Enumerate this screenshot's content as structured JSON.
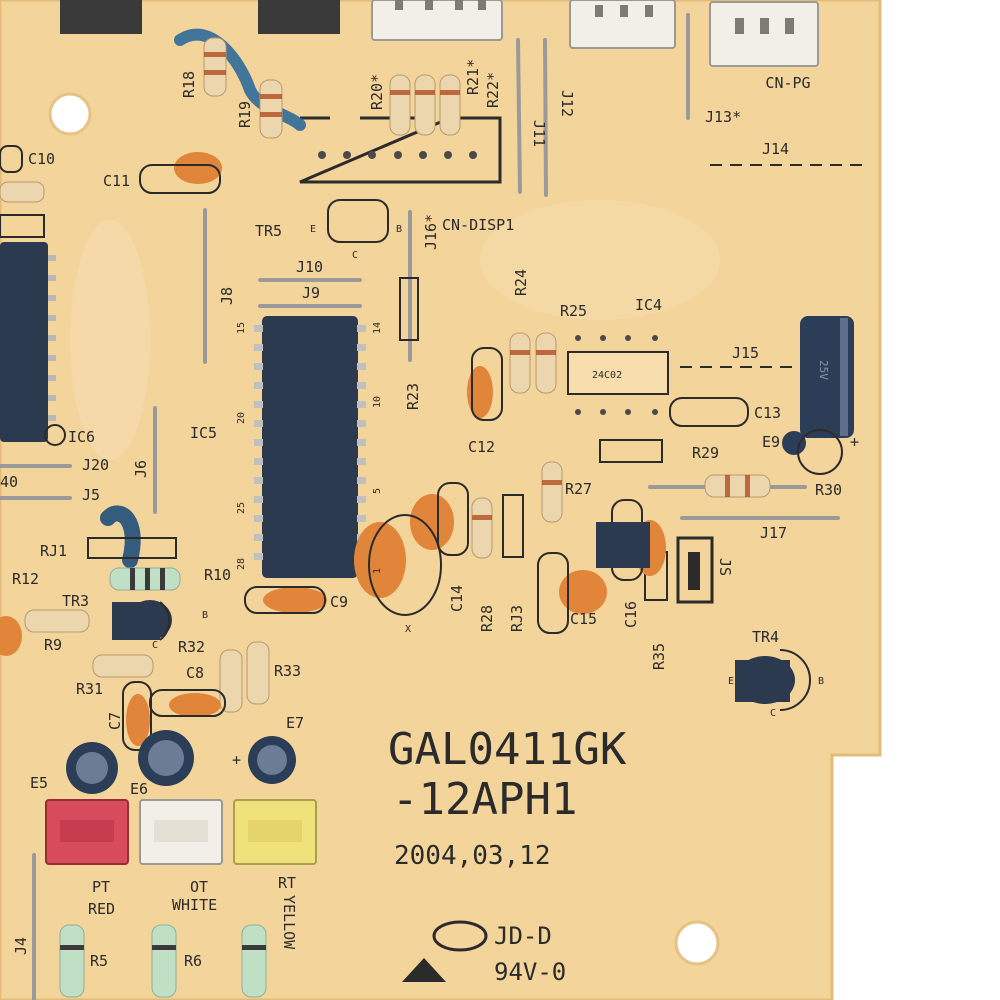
{
  "board": {
    "model_line1": "GAL0411GK",
    "model_line2": "-12APH1",
    "date": "2004,03,12",
    "cert_code": "JD-D",
    "flammability": "94V-0"
  },
  "connectors": {
    "cn_pg": "CN-PG",
    "cn_disp1": "CN-DISP1",
    "pt": "PT",
    "ot": "OT",
    "rt": "RT",
    "red": "RED",
    "white": "WHITE",
    "yellow": "YELLOW",
    "js": "JS"
  },
  "chips": {
    "ic4_part": "24C02",
    "ic4": "IC4",
    "ic5": "IC5",
    "ic6": "IC6",
    "cap_voltage": "25V"
  },
  "labels": {
    "r18": "R18",
    "r19": "R19",
    "r20": "R20*",
    "r21": "R21*",
    "r22": "R22*",
    "j11": "J11",
    "j12": "J12",
    "j13": "J13*",
    "j14": "J14",
    "c10": "C10",
    "c11": "C11",
    "tr5": "TR5",
    "j16": "J16*",
    "j10": "J10",
    "j9": "J9",
    "j8": "J8",
    "r24": "R24",
    "r25": "R25",
    "j15": "J15",
    "r23": "R23",
    "c12": "C12",
    "c13": "C13",
    "e9": "E9",
    "r29": "R29",
    "r30": "R30",
    "r27": "R27",
    "j17": "J17",
    "j6": "J6",
    "j20": "J20",
    "j5": "J5",
    "n40": "40",
    "rj1": "RJ1",
    "r12": "R12",
    "r10": "R10",
    "tr3": "TR3",
    "r9": "R9",
    "r32": "R32",
    "c8": "C8",
    "r33": "R33",
    "r31": "R31",
    "c7": "C7",
    "e5": "E5",
    "e6": "E6",
    "e7": "E7",
    "c9": "C9",
    "c14": "C14",
    "r28": "R28",
    "rj3": "RJ3",
    "c15": "C15",
    "c16": "C16",
    "r35": "R35",
    "tr4": "TR4",
    "j4": "J4",
    "r5": "R5",
    "r6": "R6",
    "pin15": "15",
    "pin14": "14",
    "pin20": "20",
    "pin10": "10",
    "pin25": "25",
    "pin5": "5",
    "pin28": "28",
    "pin1": "1",
    "pin_e": "E",
    "pin_c": "C",
    "pin_b": "B",
    "pin_x": "X",
    "plus": "+"
  },
  "colors": {
    "board": "#f3d49a",
    "silkscreen": "#2b2b2b",
    "chip": "#2b3a4e",
    "ceramic_cap": "#e0853a",
    "connector_red": "#d84b5c",
    "connector_white": "#f2efe8",
    "connector_yellow": "#f0e27a",
    "electrolytic": "#2c3e57"
  }
}
